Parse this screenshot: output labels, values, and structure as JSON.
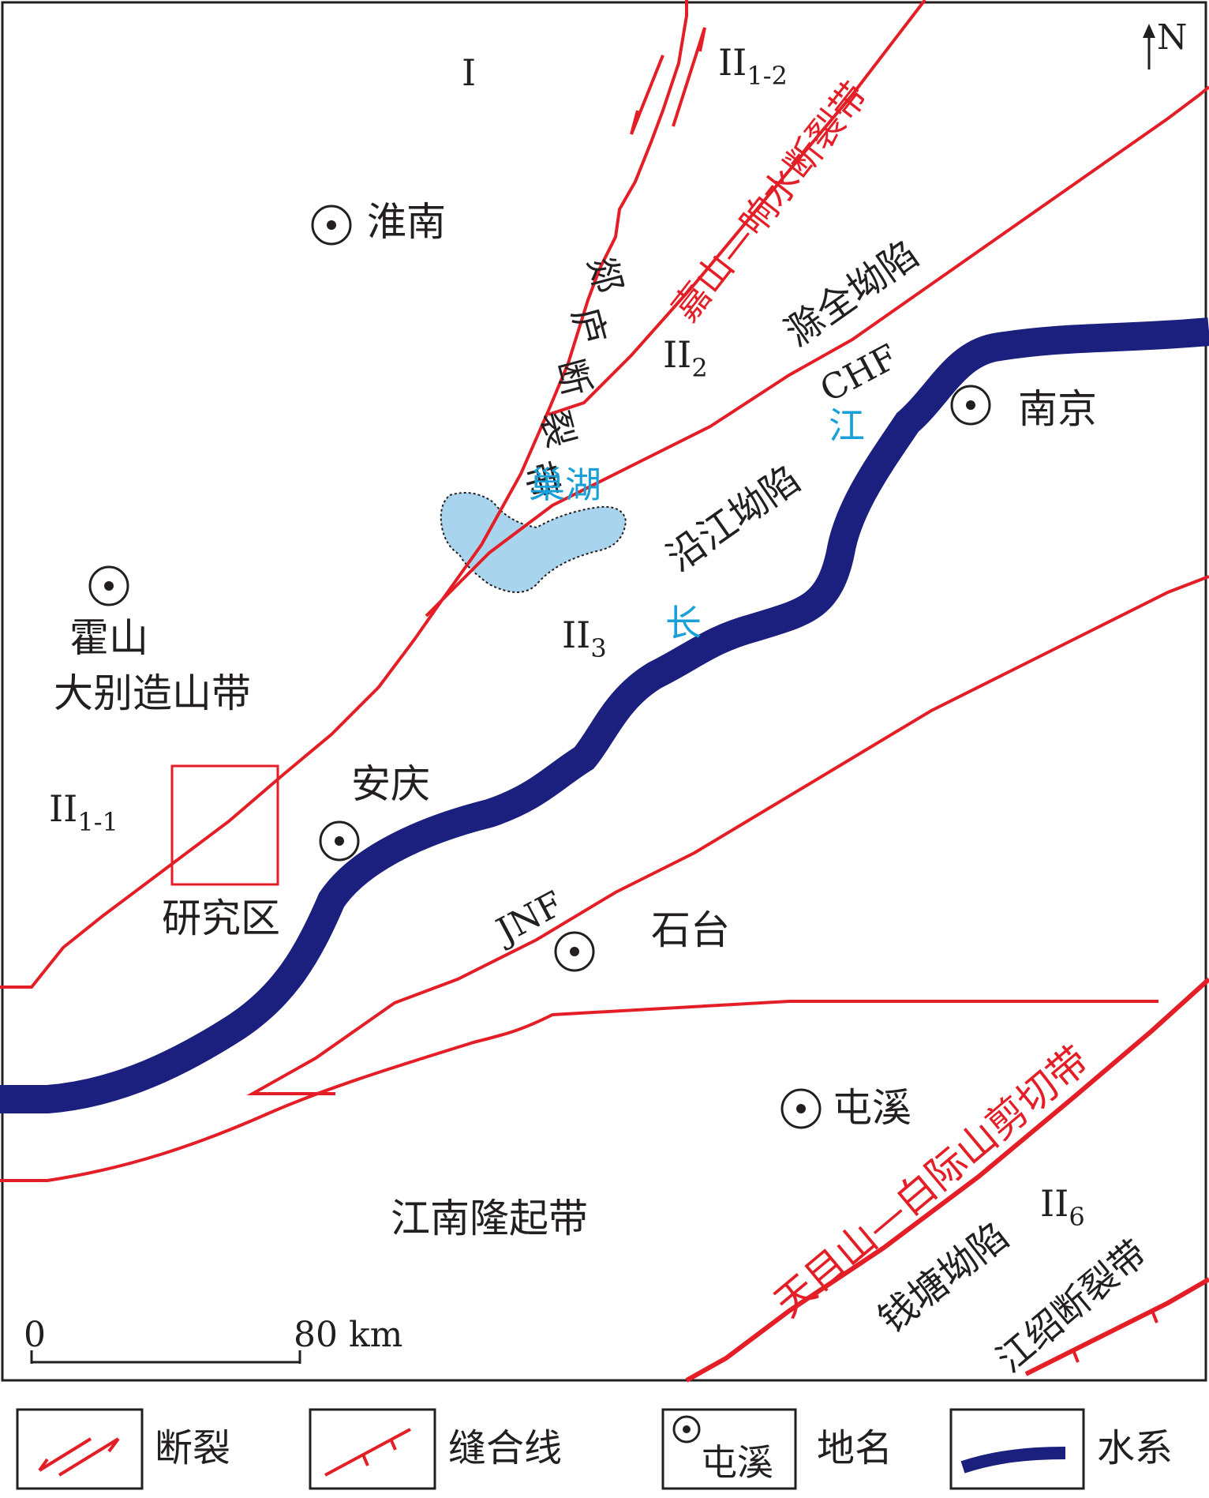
{
  "map": {
    "north_label": "N",
    "regions": {
      "r_I": "I",
      "r_II12": {
        "main": "II",
        "sub": "1-2"
      },
      "r_II2": {
        "main": "II",
        "sub": "2"
      },
      "r_II3": {
        "main": "II",
        "sub": "3"
      },
      "r_II11": {
        "main": "II",
        "sub": "1-1"
      },
      "r_II6": {
        "main": "II",
        "sub": "6"
      }
    },
    "places": {
      "huainan": "淮南",
      "nanjing": "南京",
      "huoshan": "霍山",
      "anqing": "安庆",
      "shitai": "石台",
      "tunxi": "屯溪"
    },
    "units": {
      "dabie": "大别造山带",
      "chuquan": "滁全坳陷",
      "yanjiang": "沿江坳陷",
      "jiangnan": "江南隆起带",
      "qiantang": "钱塘坳陷",
      "study_area": "研究区"
    },
    "faults": {
      "tanlu": [
        "郯",
        "庐",
        "断",
        "裂",
        "带"
      ],
      "jiashan": "嘉山—响水断裂带",
      "tianmu": "天目山—白际山剪切带",
      "jiangshao": "江绍断裂带",
      "chf": "CHF",
      "jnf": "JNF"
    },
    "water": {
      "chaohu": "巢湖",
      "chang": "长",
      "jiang": "江"
    },
    "scale": {
      "zero": "0",
      "max": "80 km"
    },
    "colors": {
      "fault": "#e41e26",
      "river": "#1b1f7e",
      "lake": "#a8d4ee",
      "water_label": "#1aa0d8"
    }
  },
  "legend": {
    "fault": "断裂",
    "suture": "缝合线",
    "place_sample": "屯溪",
    "place": "地名",
    "water": "水系"
  }
}
